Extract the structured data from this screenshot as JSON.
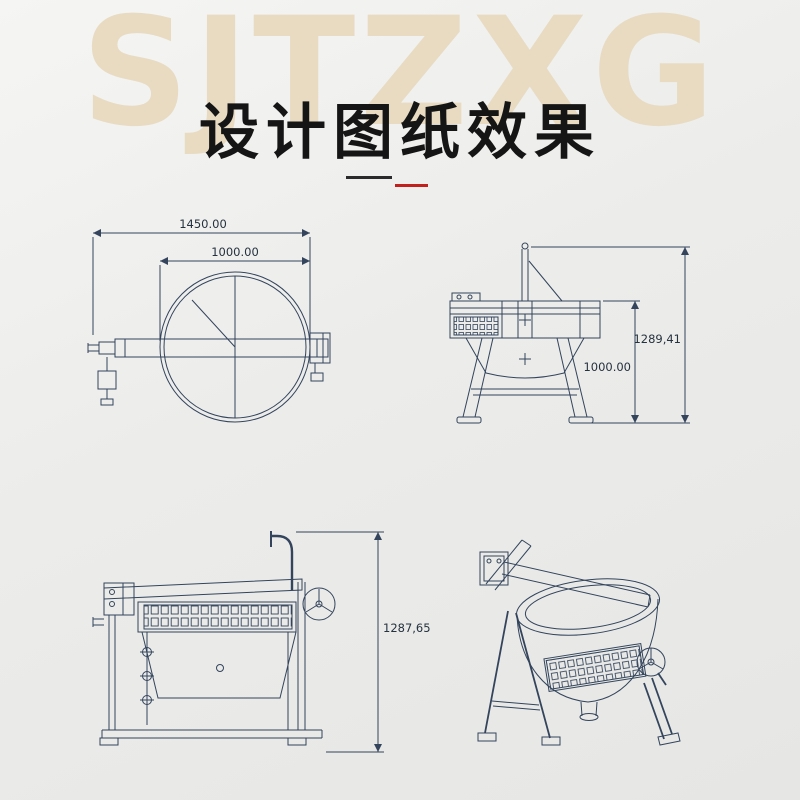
{
  "page": {
    "watermark": "SJTZXG",
    "title": "设计图纸效果"
  },
  "drawings": {
    "top_view": {
      "dim_outer": "1450.00",
      "dim_inner": "1000.00"
    },
    "front_view": {
      "dim_total": "1289,41",
      "dim_body": "1000.00"
    },
    "side_view": {
      "dim_total": "1287,65"
    }
  },
  "colors": {
    "line": "#33445c",
    "title": "#151515",
    "accent_red": "#c1201d",
    "watermark": "#e8dbc1",
    "background": "#ececea"
  }
}
